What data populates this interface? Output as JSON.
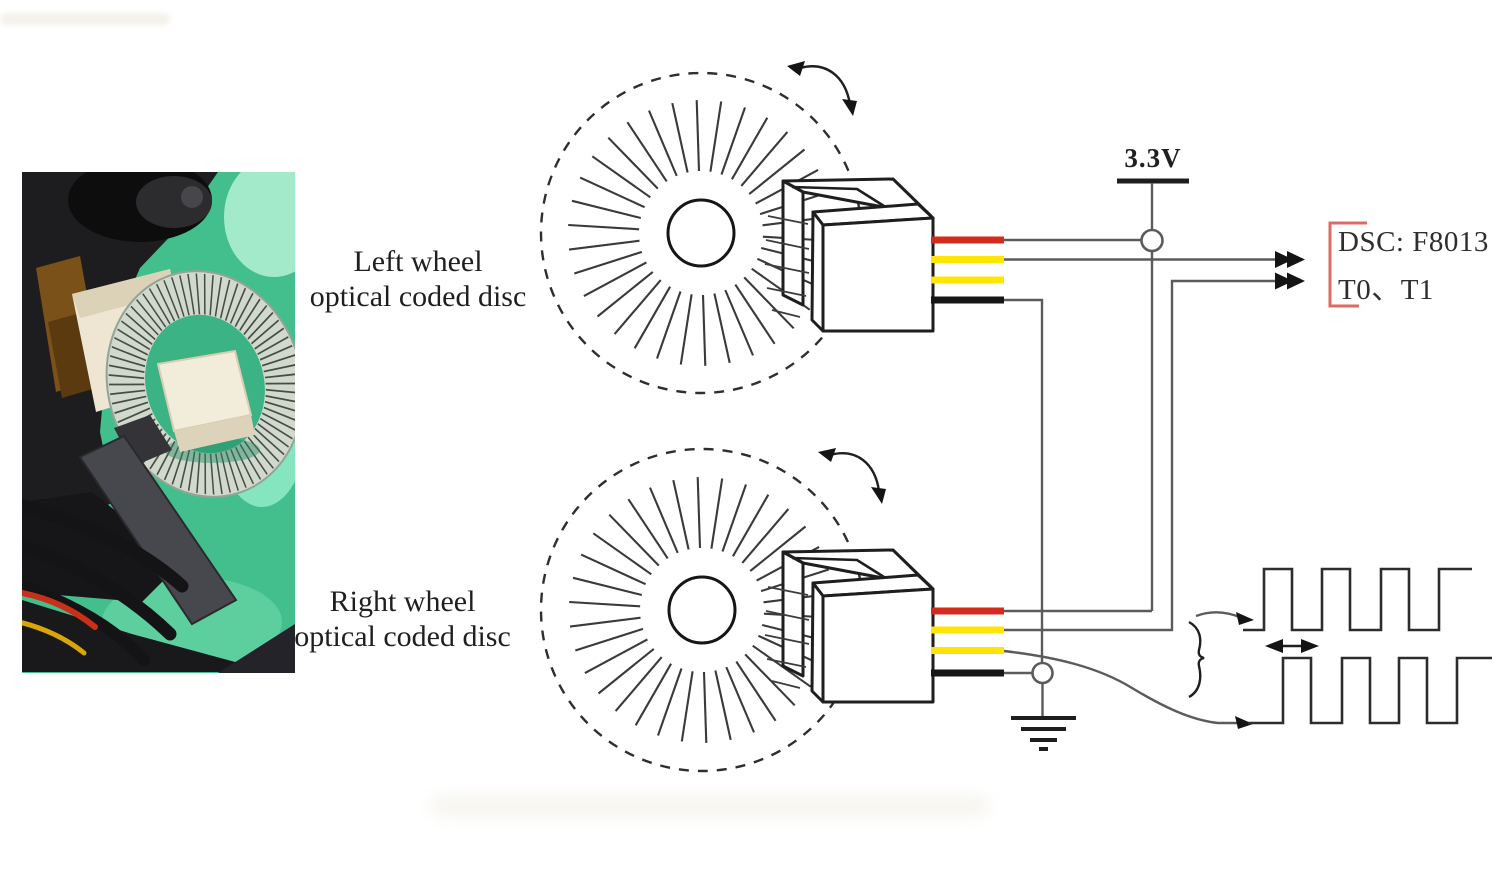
{
  "labels": {
    "left_wheel_line1": "Left wheel",
    "left_wheel_line2": "optical coded disc",
    "right_wheel_line1": "Right wheel",
    "right_wheel_line2": "optical coded disc",
    "supply_voltage": "3.3V",
    "dsc_line1": "DSC: F8013",
    "dsc_line2": "T0、T1"
  },
  "colors": {
    "wire_red": "#d32b1e",
    "wire_yellow": "#ffe600",
    "wire_black": "#161616",
    "line_gray": "#5b5b5b",
    "ink": "#1e1e1e",
    "bracket_red": "#dd6a66",
    "photo_green": "#43bf8d"
  },
  "photo": {
    "alt": "wheel-optical-encoder-photo"
  }
}
